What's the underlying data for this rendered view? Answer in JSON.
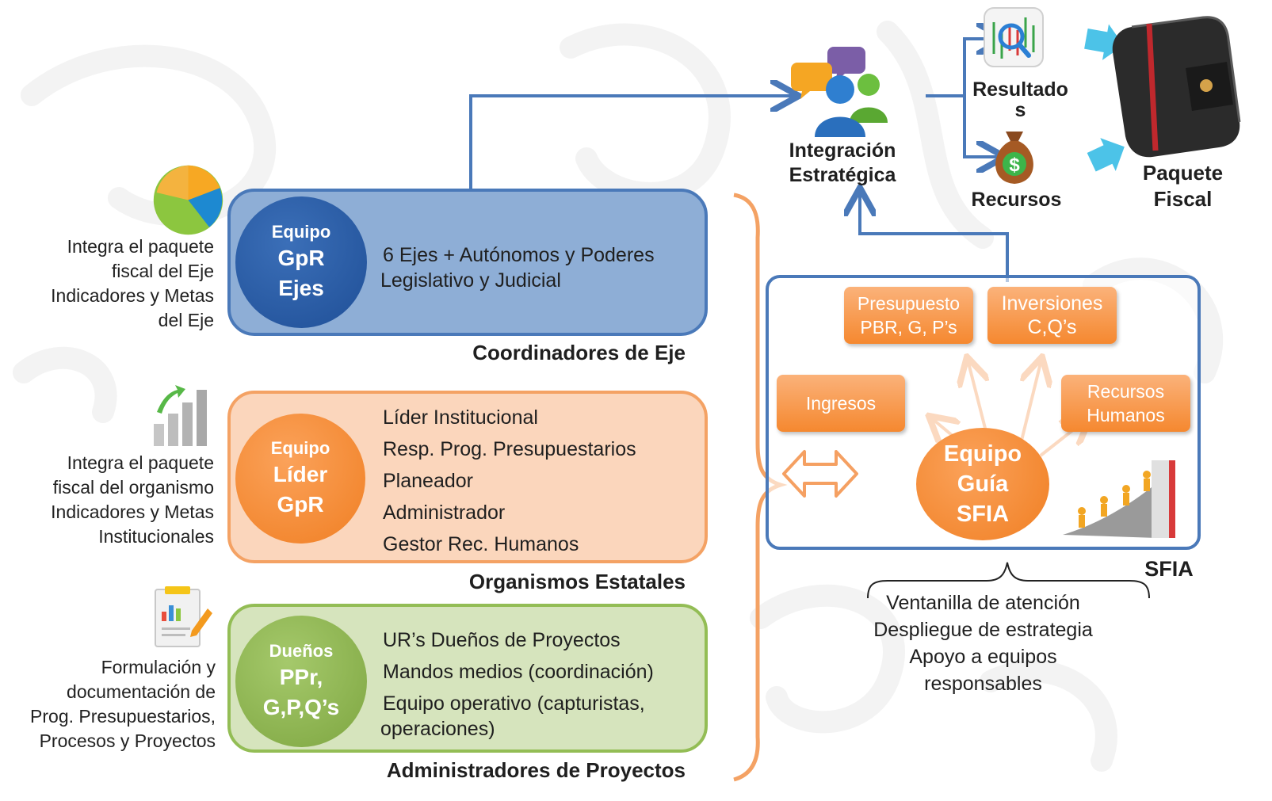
{
  "left_panel": {
    "eje_description": [
      "Integra el paquete",
      "fiscal del Eje",
      "Indicadores y Metas",
      "del Eje"
    ],
    "organismo_description": [
      "Integra el paquete",
      "fiscal del organismo",
      "Indicadores y Metas",
      "Institucionales"
    ],
    "proyectos_description": [
      "Formulación y",
      "documentación de",
      "Prog. Presupuestarios,",
      "Procesos y Proyectos"
    ],
    "icons": [
      "pie-chart-icon",
      "growth-bars-icon",
      "report-icon"
    ]
  },
  "tiers": [
    {
      "badge_line1": "Equipo",
      "badge_line2a": "GpR",
      "badge_line2b": "Ejes",
      "lines": [
        "6 Ejes + Autónomos y Poderes",
        "Legislativo y Judicial"
      ],
      "caption": "Coordinadores de Eje",
      "color": "#8eaed6"
    },
    {
      "badge_line1": "Equipo",
      "badge_line2a": "Líder",
      "badge_line2b": "GpR",
      "lines": [
        "Líder Institucional",
        "Resp. Prog. Presupuestarios",
        "Planeador",
        "Administrador",
        "Gestor Rec. Humanos"
      ],
      "caption": "Organismos Estatales",
      "color": "#fbd6bc"
    },
    {
      "badge_line1": "Dueños",
      "badge_line2a": "PPr,",
      "badge_line2b": "G,P,Q’s",
      "lines": [
        "UR’s Dueños de Proyectos",
        "Mandos medios  (coordinación)",
        "Equipo operativo (capturistas,",
        "operaciones)"
      ],
      "caption": "Administradores de Proyectos",
      "color": "#d6e4bd"
    }
  ],
  "top_flow": {
    "integration_label": [
      "Integración",
      "Estratégica"
    ],
    "results_label": [
      "Resultado",
      "s"
    ],
    "resources_label": "Recursos",
    "package_label": [
      "Paquete",
      "Fiscal"
    ]
  },
  "sfia": {
    "boxes": {
      "presupuesto": [
        "Presupuesto",
        "PBR, G, P’s"
      ],
      "inversiones": [
        "Inversiones",
        "C,Q’s"
      ],
      "ingresos": [
        "Ingresos"
      ],
      "recursos_humanos": [
        "Recursos",
        "Humanos"
      ]
    },
    "center": [
      "Equipo",
      "Guía",
      "SFIA"
    ],
    "label": "SFIA",
    "desk_lines": [
      "Ventanilla de atención",
      "Despliegue de estrategia",
      "Apoyo a equipos",
      "responsables"
    ]
  },
  "colors": {
    "blue_border": "#4a79b9",
    "blue_badge": "#2e5ea6",
    "orange": "#f5882f",
    "green_badge": "#8cb44f",
    "arrow_cyan": "#4cc3e8"
  }
}
